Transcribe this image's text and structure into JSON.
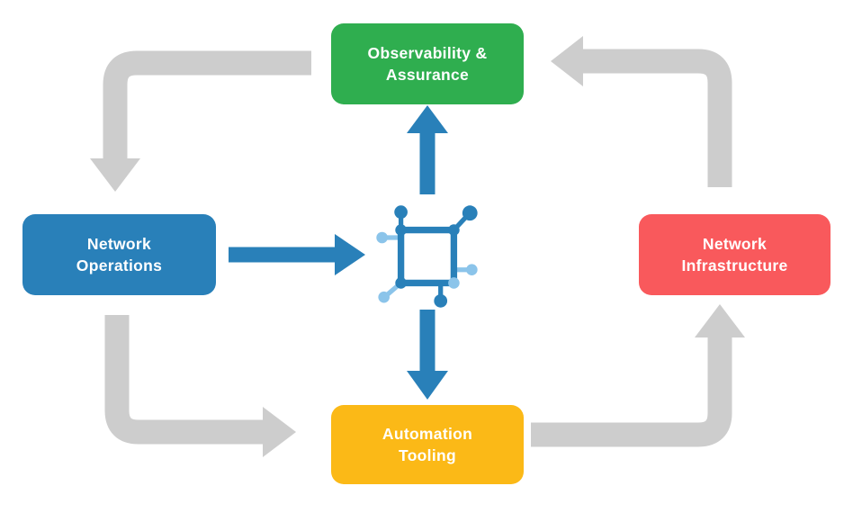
{
  "diagram": {
    "background_color": "#ffffff",
    "colors": {
      "observability_green": "#2FAE4F",
      "operations_blue": "#2980B9",
      "infrastructure_red": "#F9595C",
      "automation_yellow": "#FBB917",
      "gray_arrow": "#CDCDCD",
      "blue_arrow": "#2980B9",
      "icon_dark_blue": "#2980B9",
      "icon_light_blue": "#8BC4EA",
      "label_text": "#FFFFFF"
    },
    "nodes": {
      "observability": {
        "line1": "Observability &",
        "line2": "Assurance"
      },
      "operations": {
        "line1": "Network",
        "line2": "Operations"
      },
      "infrastructure": {
        "line1": "Network",
        "line2": "Infrastructure"
      },
      "automation": {
        "line1": "Automation",
        "line2": "Tooling"
      }
    },
    "center_icon": "network-node-icon",
    "flows": [
      "observability-to-operations",
      "operations-to-automation",
      "automation-to-infrastructure",
      "infrastructure-to-observability",
      "operations-to-center",
      "center-to-observability",
      "center-to-automation"
    ]
  }
}
